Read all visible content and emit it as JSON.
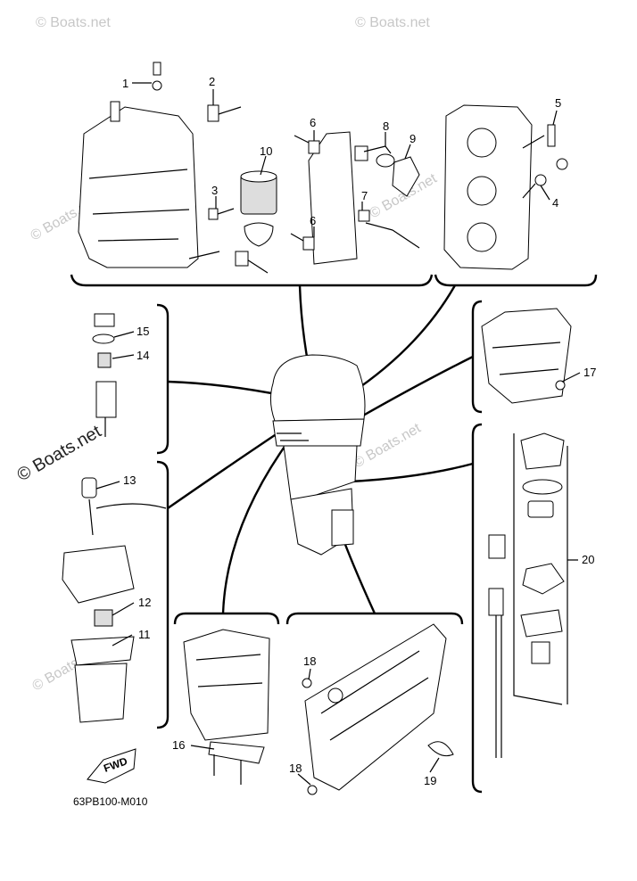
{
  "callouts": [
    "1",
    "2",
    "3",
    "4",
    "5",
    "6",
    "6",
    "7",
    "8",
    "9",
    "10",
    "11",
    "12",
    "13",
    "14",
    "15",
    "16",
    "17",
    "18",
    "18",
    "19",
    "20"
  ],
  "diagram_code": "63PB100-M010",
  "fwd_label": "FWD",
  "watermark": {
    "main": "© Boats.net",
    "small": "© Boats.net"
  }
}
